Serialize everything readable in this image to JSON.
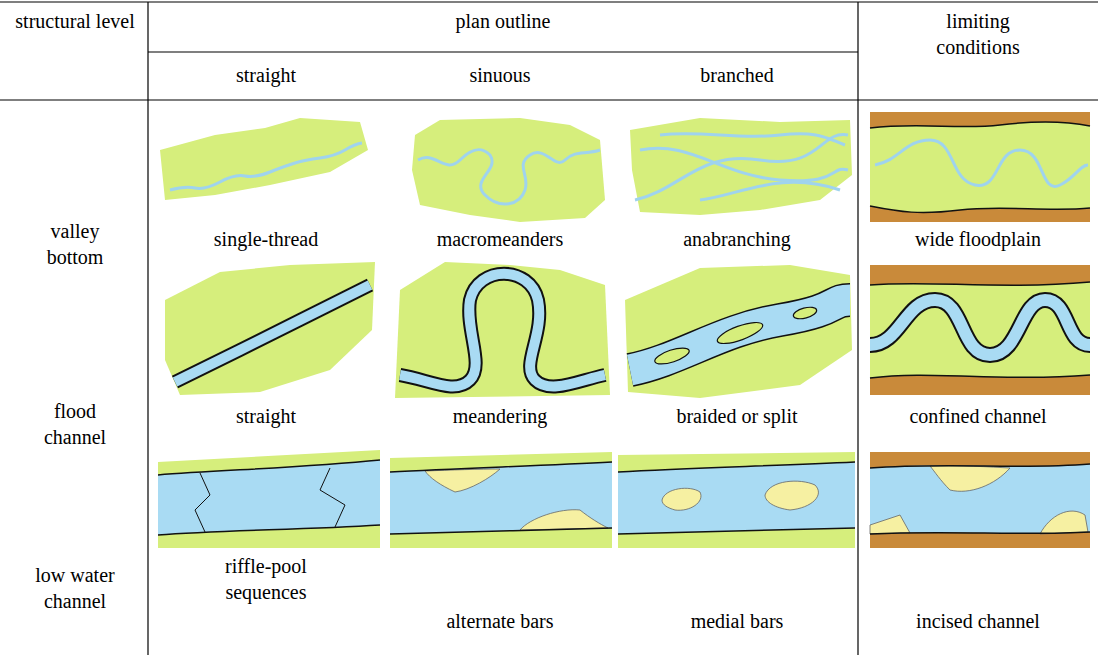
{
  "diagram": {
    "labels": [
      "structural level",
      "plan outline",
      "limiting conditions",
      "straight",
      "sinuous",
      "branched",
      "valley bottom",
      "single-thread",
      "macromeanders",
      "anabranching",
      "wide floodplain",
      "flood channel",
      "straight",
      "meandering",
      "braided or split",
      "confined channel",
      "low water channel",
      "riffle-pool sequences",
      "alternate bars",
      "medial bars",
      "incised channel"
    ]
  }
}
